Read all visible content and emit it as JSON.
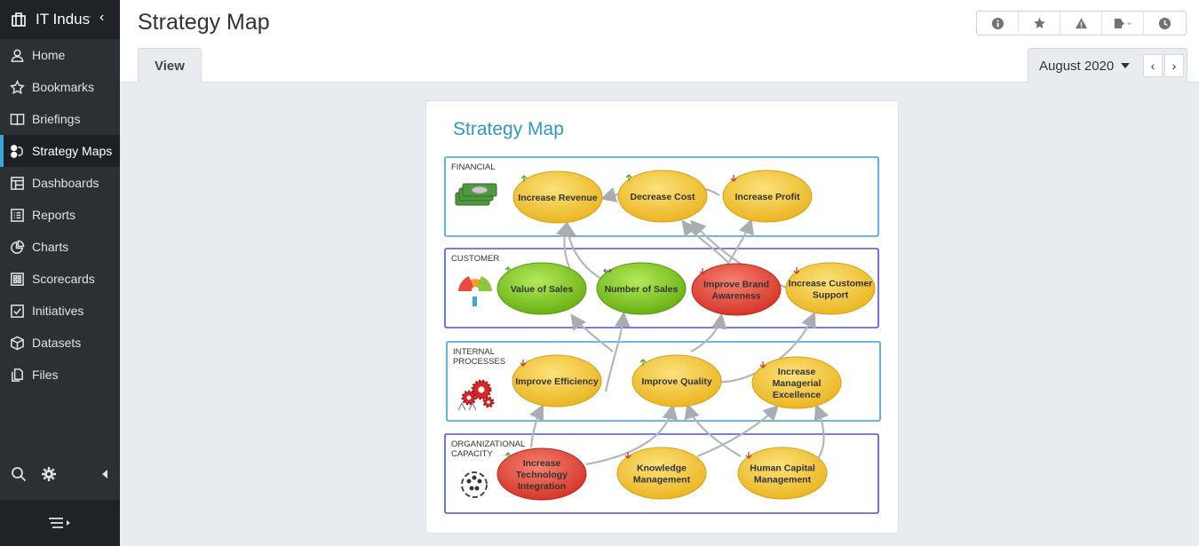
{
  "sidebar": {
    "brand": "IT Industry",
    "items": [
      {
        "label": "Home",
        "icon": "user-icon"
      },
      {
        "label": "Bookmarks",
        "icon": "star-icon"
      },
      {
        "label": "Briefings",
        "icon": "book-icon"
      },
      {
        "label": "Strategy Maps",
        "icon": "strategy-map-icon",
        "active": true
      },
      {
        "label": "Dashboards",
        "icon": "dashboard-icon"
      },
      {
        "label": "Reports",
        "icon": "report-icon"
      },
      {
        "label": "Charts",
        "icon": "pie-chart-icon"
      },
      {
        "label": "Scorecards",
        "icon": "scorecard-icon"
      },
      {
        "label": "Initiatives",
        "icon": "checkbox-icon"
      },
      {
        "label": "Datasets",
        "icon": "cube-icon"
      },
      {
        "label": "Files",
        "icon": "files-icon"
      }
    ]
  },
  "header": {
    "title": "Strategy Map",
    "tab": "View",
    "period": "August 2020"
  },
  "map": {
    "title": "Strategy Map",
    "bands": [
      {
        "label": [
          "FINANCIAL"
        ]
      },
      {
        "label": [
          "CUSTOMER"
        ]
      },
      {
        "label": [
          "INTERNAL",
          "PROCESSES"
        ]
      },
      {
        "label": [
          "ORGANIZATIONAL",
          "CAPACITY"
        ]
      }
    ],
    "objectives": [
      {
        "id": "rev",
        "lines": [
          "Increase Revenue"
        ],
        "status": "yellow",
        "trend": "up"
      },
      {
        "id": "cost",
        "lines": [
          "Decrease Cost"
        ],
        "status": "yellow",
        "trend": "up"
      },
      {
        "id": "profit",
        "lines": [
          "Increase Profit"
        ],
        "status": "yellow",
        "trend": "down"
      },
      {
        "id": "vsales",
        "lines": [
          "Value of Sales"
        ],
        "status": "green",
        "trend": "up"
      },
      {
        "id": "nsales",
        "lines": [
          "Number of Sales"
        ],
        "status": "green",
        "trend": "flat"
      },
      {
        "id": "brand",
        "lines": [
          "Improve Brand",
          "Awareness"
        ],
        "status": "red",
        "trend": "down"
      },
      {
        "id": "support",
        "lines": [
          "Increase Customer",
          "Support"
        ],
        "status": "yellow",
        "trend": "down"
      },
      {
        "id": "eff",
        "lines": [
          "Improve Efficiency"
        ],
        "status": "yellow",
        "trend": "down"
      },
      {
        "id": "qual",
        "lines": [
          "Improve Quality"
        ],
        "status": "yellow",
        "trend": "up"
      },
      {
        "id": "mgr",
        "lines": [
          "Increase",
          "Managerial",
          "Excellence"
        ],
        "status": "yellow",
        "trend": "down"
      },
      {
        "id": "tech",
        "lines": [
          "Increase",
          "Technology",
          "Integration"
        ],
        "status": "red",
        "trend": "up"
      },
      {
        "id": "know",
        "lines": [
          "Knowledge",
          "Management"
        ],
        "status": "yellow",
        "trend": "down"
      },
      {
        "id": "hcm",
        "lines": [
          "Human Capital",
          "Management"
        ],
        "status": "yellow",
        "trend": "down"
      }
    ],
    "colors": {
      "yellow": "#f3c22e",
      "green": "#7cc21a",
      "red": "#e9473a",
      "up": "#58a82a",
      "down": "#d23a2e",
      "band_fin": "#3ea1d6",
      "band_other": "#4b55c8"
    }
  }
}
